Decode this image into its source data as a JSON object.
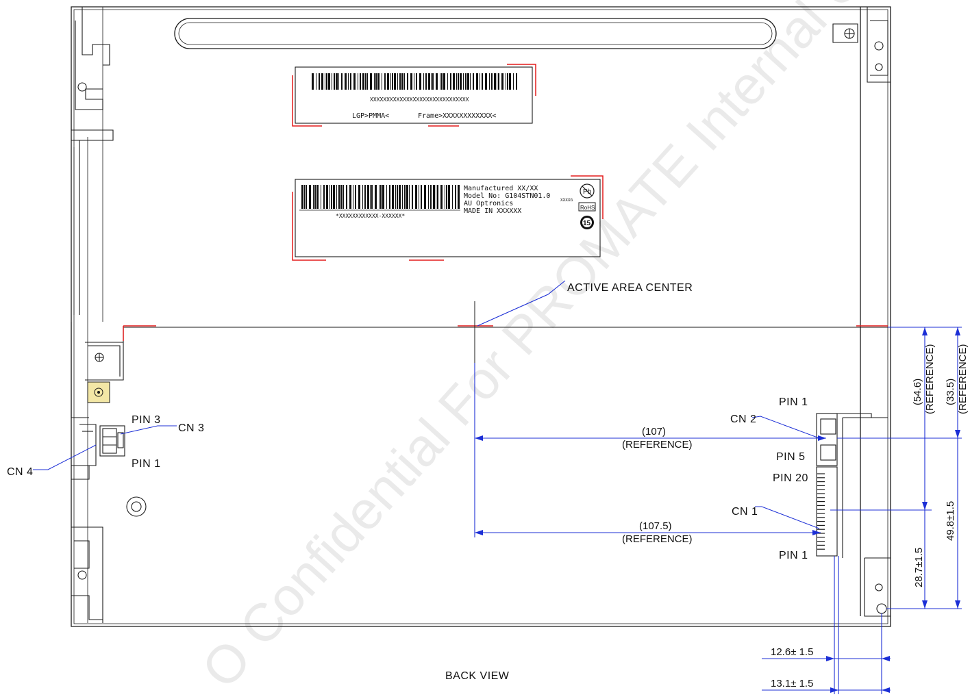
{
  "watermark": "O Confidential For PROMATE Internal Use Only",
  "view_title": "BACK VIEW",
  "label_top": {
    "mask_code": "XXXXXXXXXXXXXXXXXXXXXXXXXXXXXX",
    "lgp": "LGP>PMMA<",
    "frame": "Frame>XXXXXXXXXXXX<"
  },
  "label_main": {
    "serial": "*XXXXXXXXXXXX-XXXXXX*",
    "manufactured": "Manufactured XX/XX",
    "model": "Model No: G104STN01.0",
    "model_suffix": "XXXXG",
    "company": "AU Optronics",
    "made_in": "MADE IN XXXXXX",
    "pb_mark": "Pb",
    "rohs_mark": "RoHS",
    "recycle_mark": "15"
  },
  "callouts": {
    "active_area_center": "ACTIVE AREA CENTER",
    "pin3": "PIN 3",
    "cn3": "CN 3",
    "cn4": "CN 4",
    "pin1_left": "PIN 1",
    "pin1_cn2": "PIN 1",
    "cn2": "CN 2",
    "pin5": "PIN 5",
    "pin20": "PIN 20",
    "cn1": "CN 1",
    "pin1_cn1": "PIN 1"
  },
  "dimensions": {
    "d107": "(107)",
    "d107_ref": "(REFERENCE)",
    "d107_5": "(107.5)",
    "d107_5_ref": "(REFERENCE)",
    "d54_6": "(54.6)",
    "d54_6_ref": "(REFERENCE)",
    "d33_5": "(33.5)",
    "d33_5_ref": "(REFERENCE)",
    "d49_8": "49.8±1.5",
    "d28_7": "28.7±1.5",
    "d12_6": "12.6± 1.5",
    "d13_1": "13.1± 1.5"
  },
  "colors": {
    "outline": "#1a1a1a",
    "dimension": "#1c2fd6",
    "label_corner": "#e31b1b",
    "connector_fill": "#f3e7a6"
  }
}
